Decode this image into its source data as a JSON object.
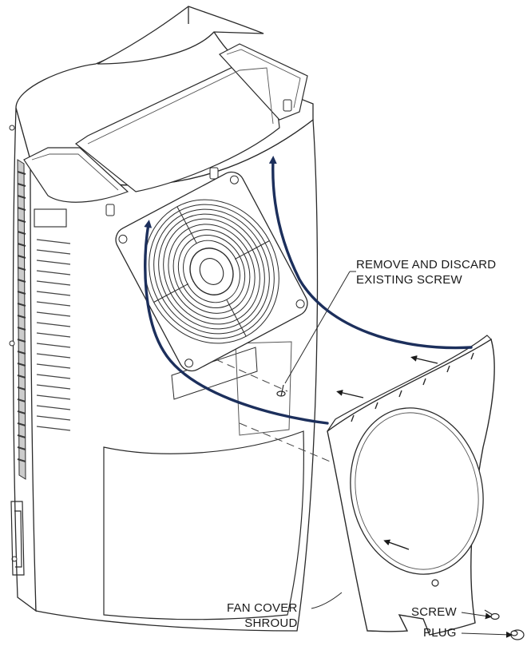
{
  "labels": {
    "remove_screw": [
      "REMOVE AND DISCARD",
      "EXISTING SCREW"
    ],
    "fan_cover": [
      "FAN COVER",
      "SHROUD"
    ],
    "screw": "SCREW",
    "plug": "PLUG"
  },
  "colors": {
    "line": "#2a2a2a",
    "arrow": "#1c2f5c",
    "background": "#ffffff"
  }
}
